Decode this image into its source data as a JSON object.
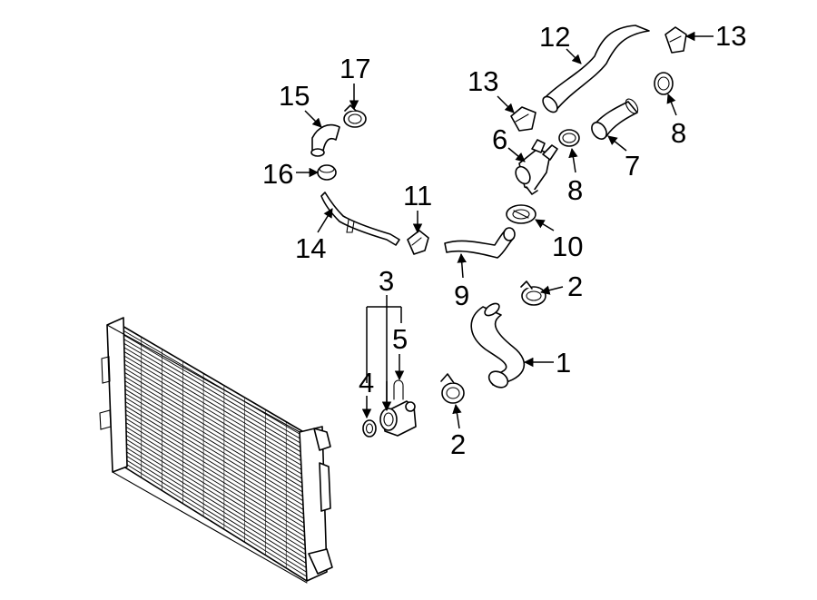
{
  "diagram": {
    "colors": {
      "line": "#000000",
      "background": "#ffffff"
    },
    "callouts": [
      {
        "id": "c1",
        "label": "1"
      },
      {
        "id": "c2a",
        "label": "2"
      },
      {
        "id": "c2b",
        "label": "2"
      },
      {
        "id": "c3",
        "label": "3"
      },
      {
        "id": "c4",
        "label": "4"
      },
      {
        "id": "c5",
        "label": "5"
      },
      {
        "id": "c6",
        "label": "6"
      },
      {
        "id": "c7",
        "label": "7"
      },
      {
        "id": "c8a",
        "label": "8"
      },
      {
        "id": "c8b",
        "label": "8"
      },
      {
        "id": "c9",
        "label": "9"
      },
      {
        "id": "c10",
        "label": "10"
      },
      {
        "id": "c11",
        "label": "11"
      },
      {
        "id": "c12",
        "label": "12"
      },
      {
        "id": "c13a",
        "label": "13"
      },
      {
        "id": "c13b",
        "label": "13"
      },
      {
        "id": "c14",
        "label": "14"
      },
      {
        "id": "c15",
        "label": "15"
      },
      {
        "id": "c16",
        "label": "16"
      },
      {
        "id": "c17",
        "label": "17"
      }
    ]
  }
}
